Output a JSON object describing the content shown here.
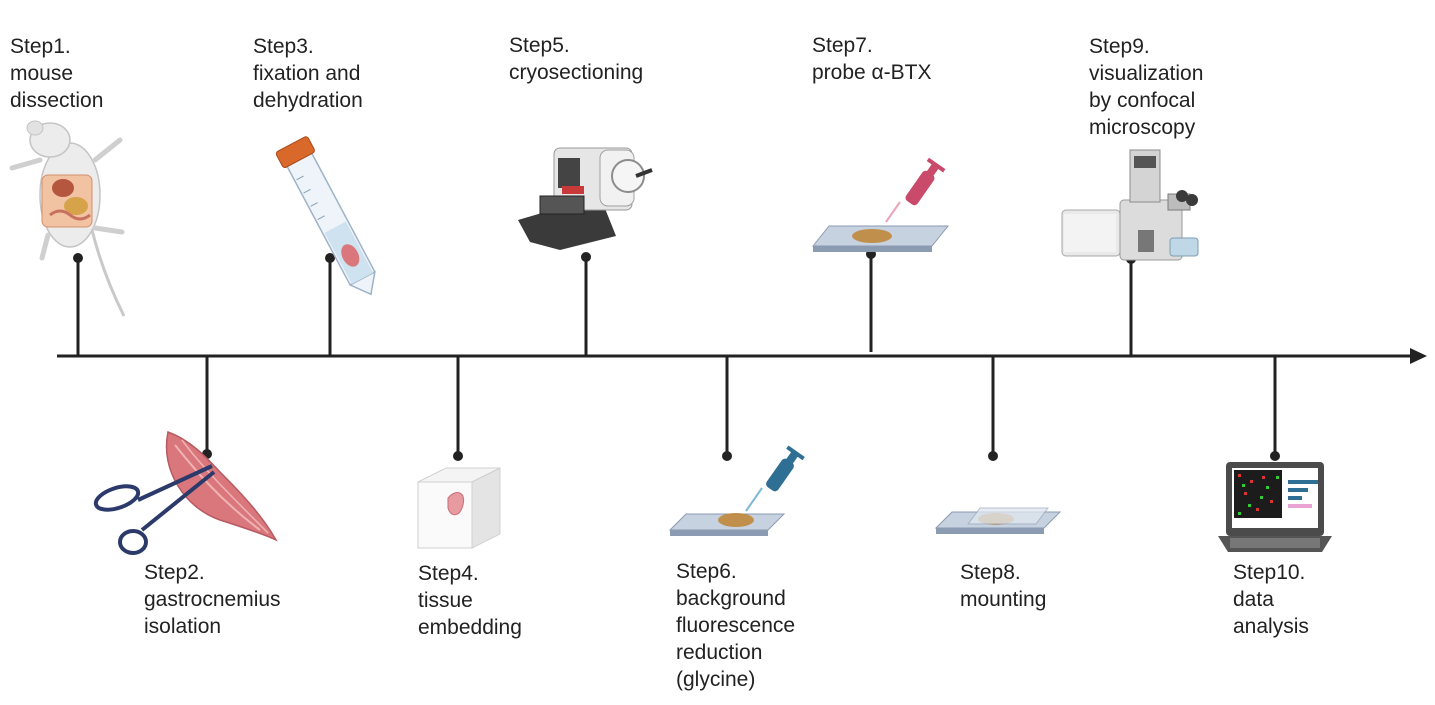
{
  "steps": [
    {
      "num": "Step1.",
      "lines": [
        "mouse",
        "dissection"
      ],
      "icon": "mouse-icon"
    },
    {
      "num": "Step2.",
      "lines": [
        "gastrocnemius",
        "isolation"
      ],
      "icon": "scissors-muscle-icon"
    },
    {
      "num": "Step3.",
      "lines": [
        "fixation and",
        "dehydration"
      ],
      "icon": "tube-icon"
    },
    {
      "num": "Step4.",
      "lines": [
        "tissue",
        "embedding"
      ],
      "icon": "block-icon"
    },
    {
      "num": "Step5.",
      "lines": [
        "cryosectioning"
      ],
      "icon": "cryostat-icon"
    },
    {
      "num": "Step6.",
      "lines": [
        "background",
        "fluorescence",
        "reduction",
        "(glycine)"
      ],
      "icon": "pipette-slide-icon"
    },
    {
      "num": "Step7.",
      "lines": [
        "probe α-BTX"
      ],
      "icon": "pipette-slide-icon"
    },
    {
      "num": "Step8.",
      "lines": [
        "mounting"
      ],
      "icon": "coverslip-slide-icon"
    },
    {
      "num": "Step9.",
      "lines": [
        "visualization",
        "by confocal",
        "microscopy"
      ],
      "icon": "microscope-icon"
    },
    {
      "num": "Step10.",
      "lines": [
        "data",
        "analysis"
      ],
      "icon": "laptop-icon"
    }
  ],
  "colors": {
    "line": "#222222",
    "muscle": "#d9777c",
    "scissors": "#2c3a6b",
    "pipette_pink": "#c94a6a",
    "pipette_blue": "#2e6f93",
    "slide": "#9aa9bf",
    "tissue": "#c0873c",
    "tube_cap": "#d9682b"
  }
}
